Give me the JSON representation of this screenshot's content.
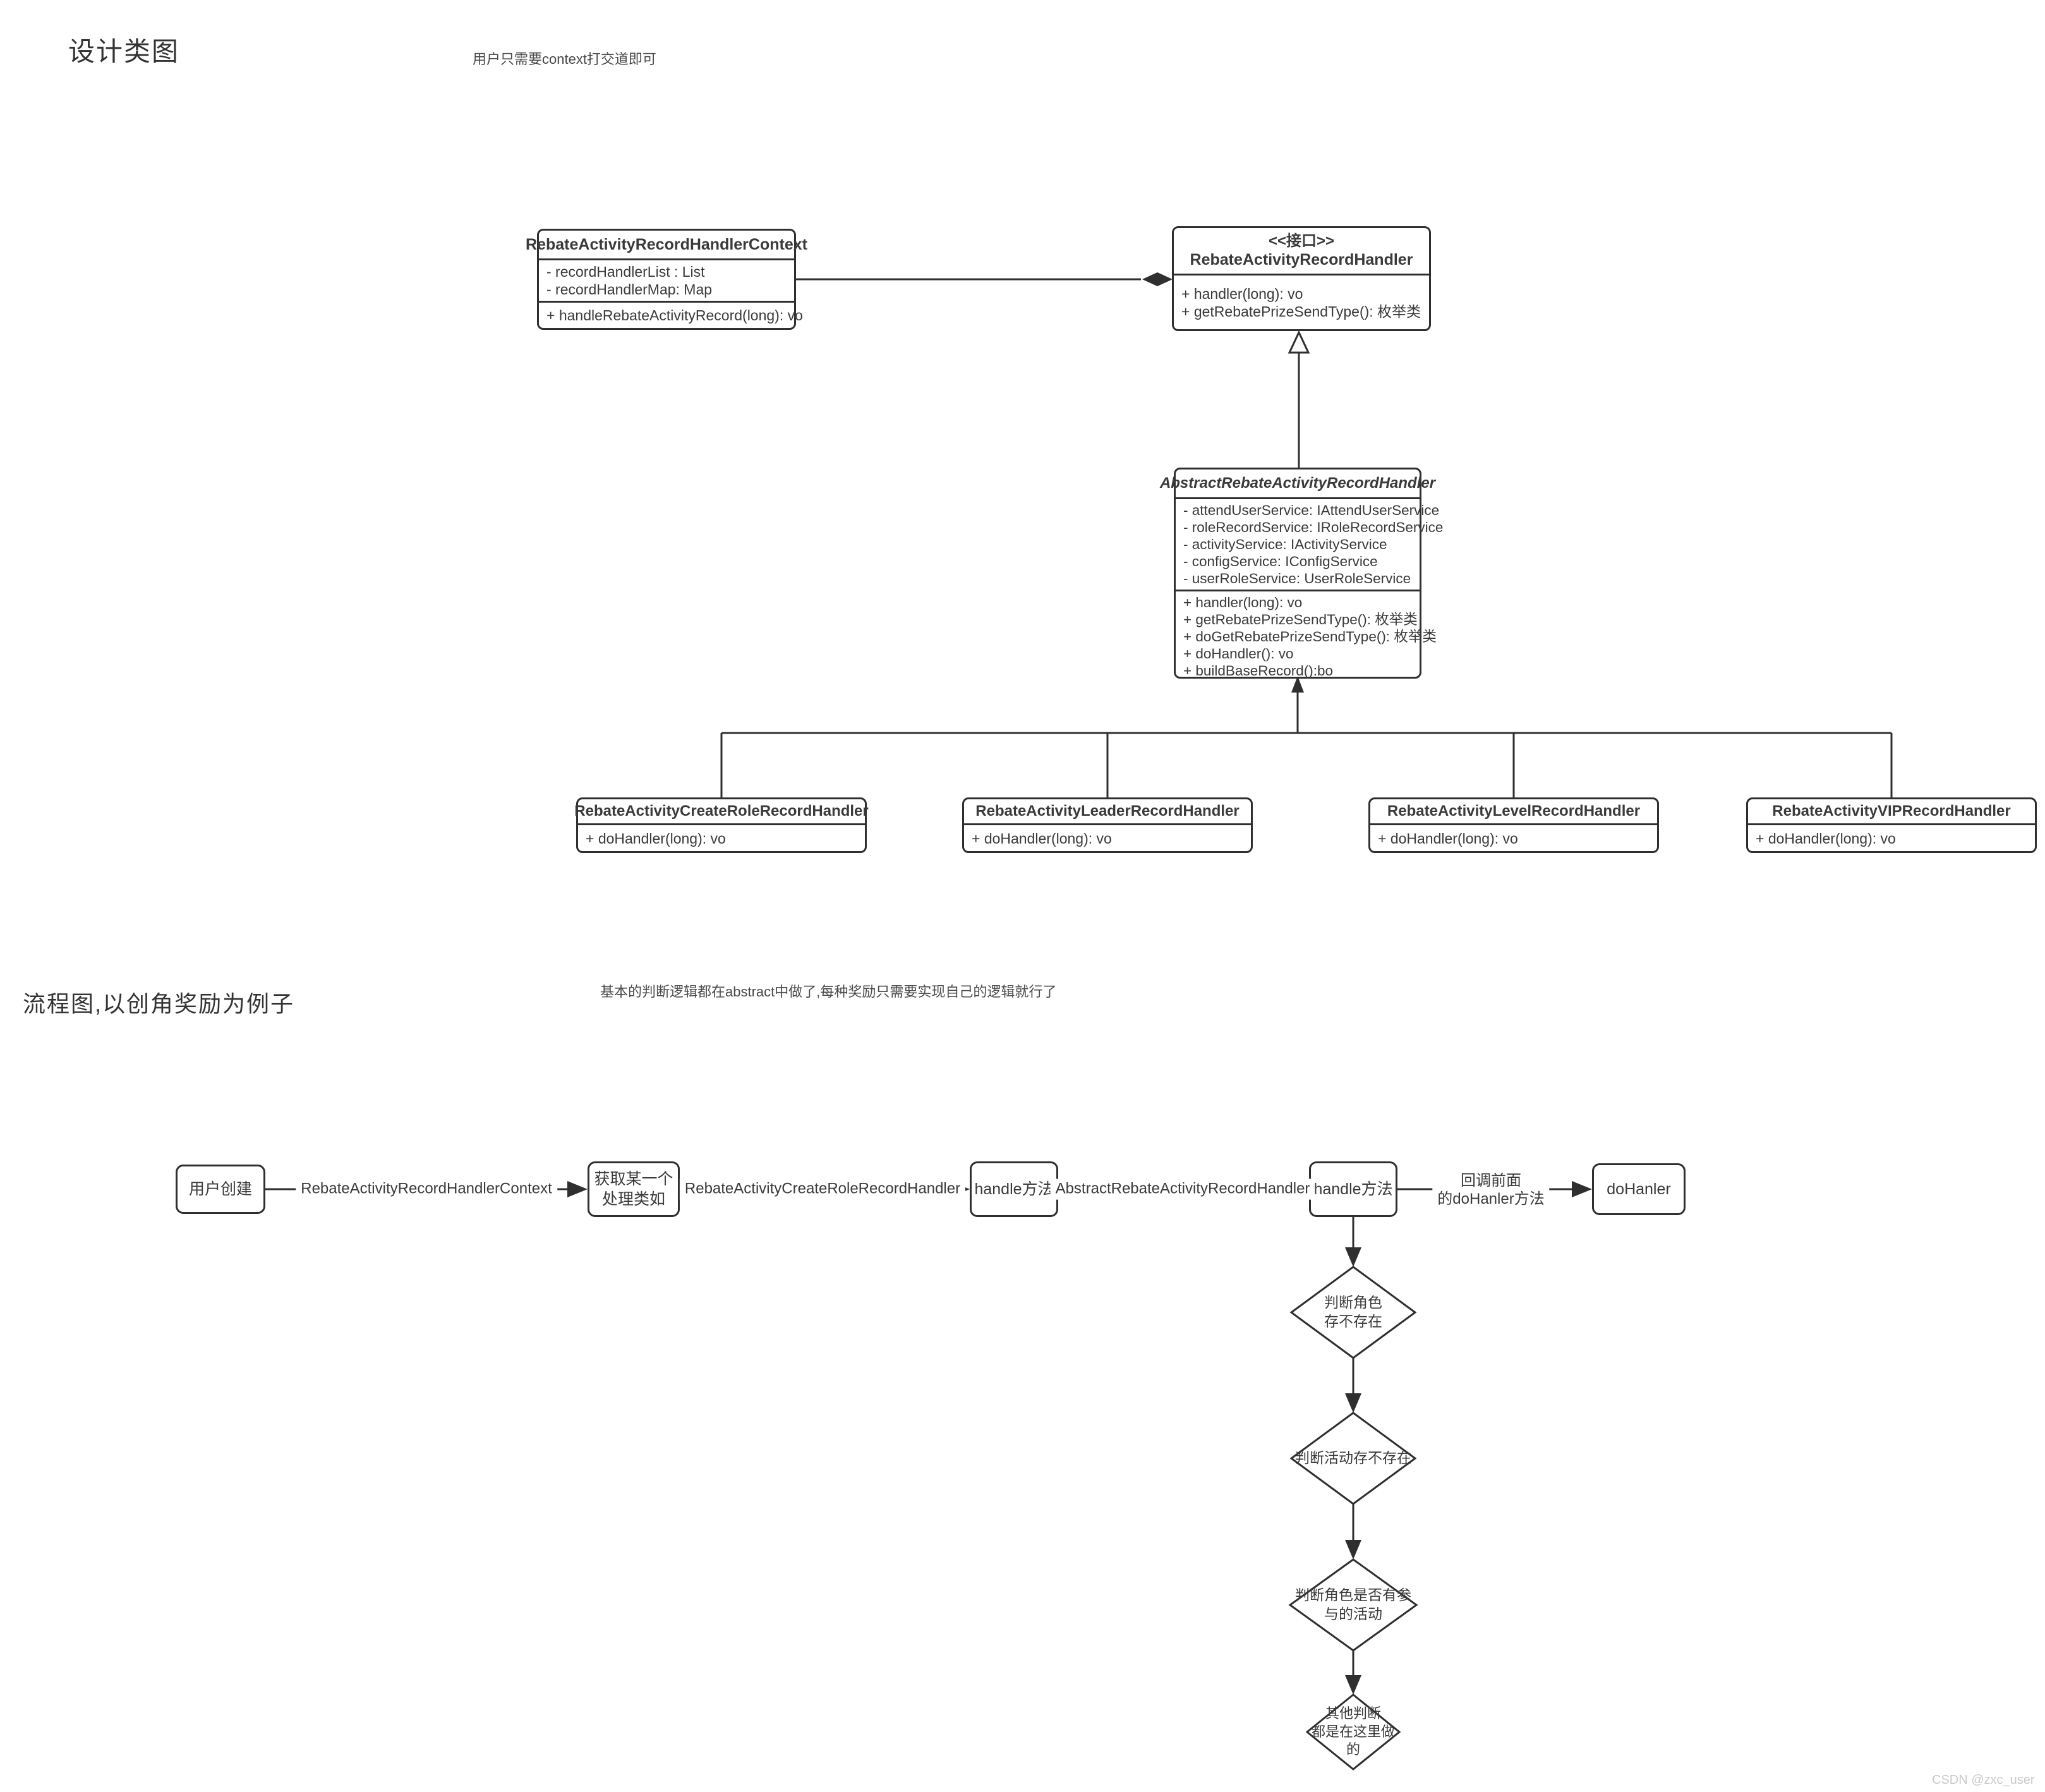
{
  "colors": {
    "stroke": "#2f2f2f",
    "text": "#3a3a3a",
    "watermark": "#c9c9c9",
    "background": "#ffffff"
  },
  "sections": {
    "class_diagram": {
      "title": "设计类图",
      "note": "用户只需要context打交道即可"
    },
    "flowchart": {
      "title": "流程图,以创角奖励为例子",
      "note": "基本的判断逻辑都在abstract中做了,每种奖励只需要实现自己的逻辑就行了"
    }
  },
  "uml": {
    "context": {
      "name": "RebateActivityRecordHandlerContext",
      "attributes": [
        "- recordHandlerList : List",
        "- recordHandlerMap: Map"
      ],
      "methods": [
        "+ handleRebateActivityRecord(long): vo"
      ]
    },
    "interface": {
      "stereotype": "<<接口>>",
      "name": "RebateActivityRecordHandler",
      "methods": [
        "+ handler(long): vo",
        "+ getRebatePrizeSendType(): 枚举类"
      ]
    },
    "abstract": {
      "name": "AbstractRebateActivityRecordHandler",
      "attributes": [
        "- attendUserService: IAttendUserService",
        "- roleRecordService: IRoleRecordService",
        "- activityService: IActivityService",
        "- configService: IConfigService",
        "- userRoleService: UserRoleService"
      ],
      "methods": [
        "+ handler(long): vo",
        "+ getRebatePrizeSendType(): 枚举类",
        "+ doGetRebatePrizeSendType(): 枚举类",
        "+ doHandler(): vo",
        "+ buildBaseRecord():bo"
      ]
    },
    "subclasses": [
      {
        "name": "RebateActivityCreateRoleRecordHandler",
        "methods": [
          "+ doHandler(long): vo"
        ]
      },
      {
        "name": "RebateActivityLeaderRecordHandler",
        "methods": [
          "+ doHandler(long): vo"
        ]
      },
      {
        "name": "RebateActivityLevelRecordHandler",
        "methods": [
          "+ doHandler(long): vo"
        ]
      },
      {
        "name": "RebateActivityVIPRecordHandler",
        "methods": [
          "+ doHandler(long): vo"
        ]
      }
    ]
  },
  "flow": {
    "nodes": {
      "user_create": "用户创建",
      "get_handler": "获取某一个\n处理类如",
      "handle_method_1": "handle方法",
      "handle_method_2": "handle方法",
      "do_handler": "doHanler"
    },
    "edge_labels": {
      "context": "RebateActivityRecordHandlerContext",
      "create_role_handler": "RebateActivityCreateRoleRecordHandler",
      "abstract_handler": "AbstractRebateActivityRecordHandler",
      "callback": "回调前面\n的doHanler方法"
    },
    "decisions": {
      "role_exists": "判断角色\n存不存在",
      "activity_exists": "判断活动存不存在",
      "role_in_activity": "判断角色是否有参\n与的活动",
      "other_checks": "其他判断\n都是在这里做\n的"
    }
  },
  "watermark": "CSDN @zxc_user"
}
